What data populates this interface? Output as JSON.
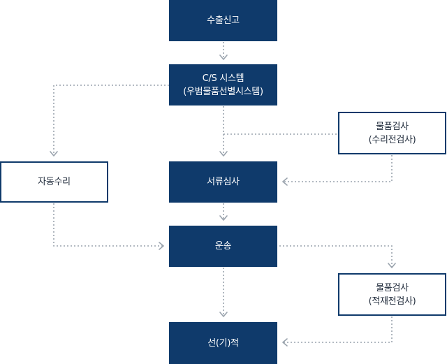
{
  "colors": {
    "node_dark": "#0f3a6b",
    "node_light_border": "#0f3a6b",
    "connector": "#9aa3ad"
  },
  "nodes": {
    "export_declaration": {
      "label": "수출신고"
    },
    "cs_system": {
      "line1": "C/S 시스템",
      "line2": "(우범물품선별시스템)"
    },
    "document_review": {
      "label": "서류심사"
    },
    "automatic_acceptance": {
      "label": "자동수리"
    },
    "inspection_before_acceptance": {
      "line1": "물품검사",
      "line2": "(수리전검사)"
    },
    "transport": {
      "label": "운송"
    },
    "inspection_before_loading": {
      "line1": "물품검사",
      "line2": "(적재전검사)"
    },
    "vessel_loading": {
      "label": "선(기)적"
    }
  }
}
